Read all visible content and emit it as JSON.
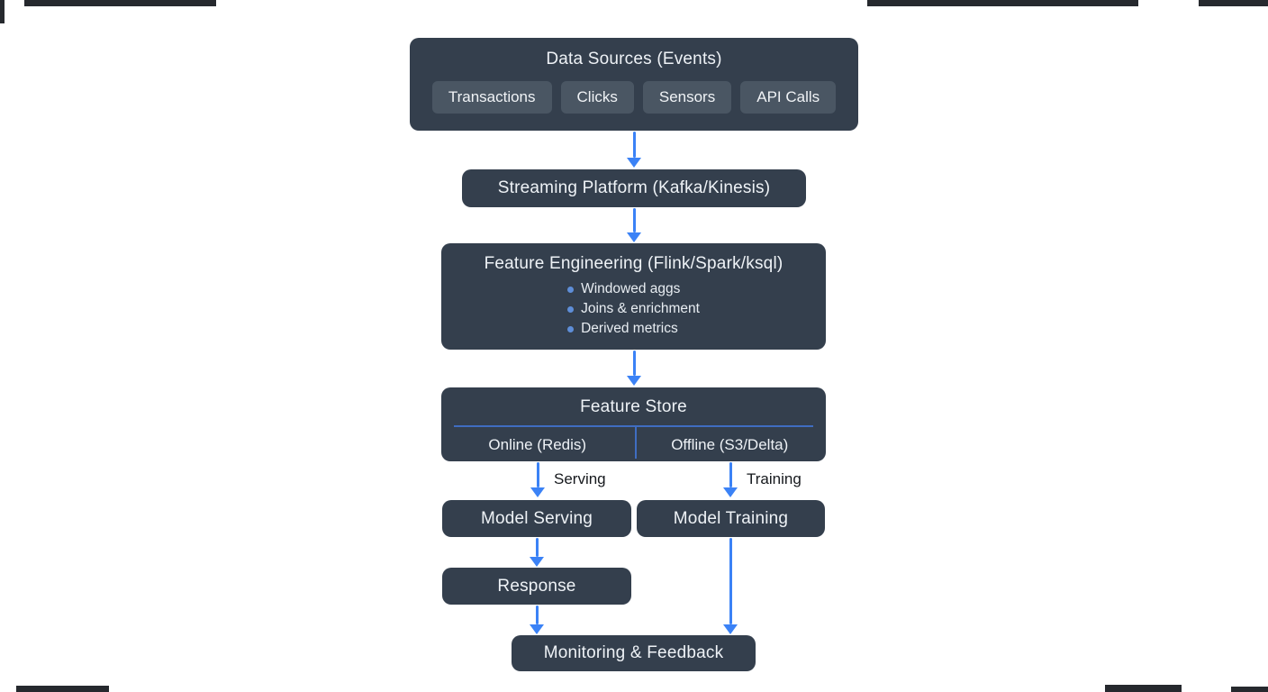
{
  "colors": {
    "background": "#ffffff",
    "node_fill": "#343f4d",
    "chip_fill": "#4a5663",
    "node_text": "#eef2f6",
    "arrow_blue": "#3b82f6",
    "store_divider_blue": "#3f6dc1",
    "bullet_dot_blue": "#5e8ed8",
    "edge_label_text": "#16191d",
    "edge_artifact_dark": "#26292e"
  },
  "nodes": {
    "data_sources": {
      "title": "Data Sources (Events)",
      "chips": [
        "Transactions",
        "Clicks",
        "Sensors",
        "API Calls"
      ]
    },
    "streaming_platform": {
      "title": "Streaming Platform (Kafka/Kinesis)"
    },
    "feature_engineering": {
      "title": "Feature Engineering (Flink/Spark/ksql)",
      "bullets": [
        "Windowed aggs",
        "Joins & enrichment",
        "Derived metrics"
      ]
    },
    "feature_store": {
      "title": "Feature Store",
      "online_label": "Online (Redis)",
      "offline_label": "Offline (S3/Delta)"
    },
    "model_serving": {
      "title": "Model Serving"
    },
    "model_training": {
      "title": "Model Training"
    },
    "response": {
      "title": "Response"
    },
    "monitoring": {
      "title": "Monitoring & Feedback"
    }
  },
  "edge_labels": {
    "serving": "Serving",
    "training": "Training"
  }
}
